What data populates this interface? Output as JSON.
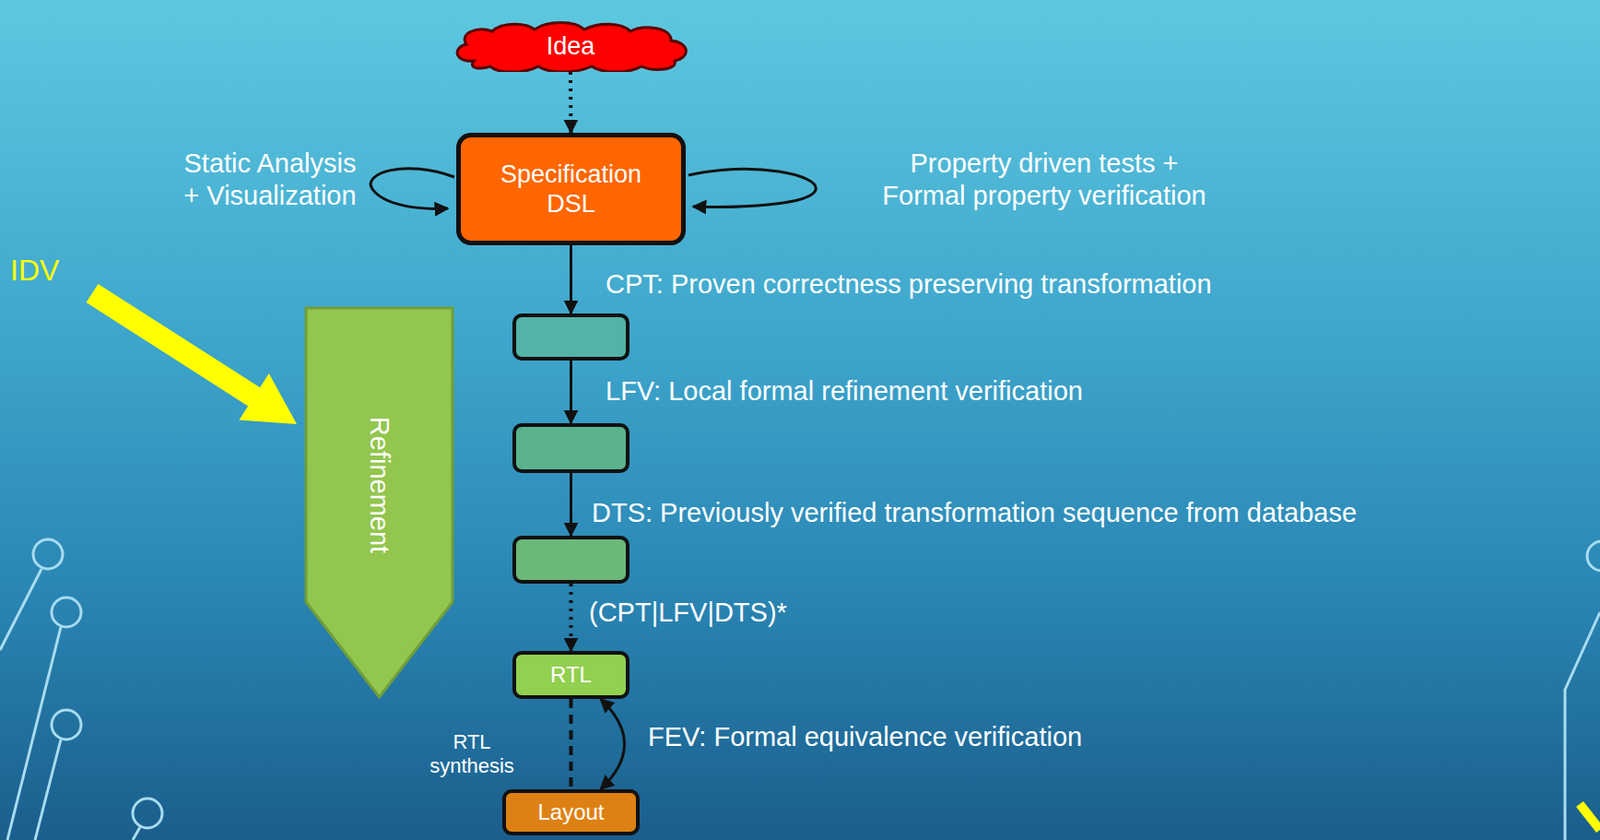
{
  "diagram": {
    "nodes": [
      {
        "text": [
          "Idea"
        ]
      },
      {
        "text": [
          "Specification DSL"
        ]
      },
      {
        "text": []
      },
      {
        "text": []
      },
      {
        "text": []
      },
      {
        "text": [
          "RTL"
        ]
      },
      {
        "text": [
          "Layout"
        ]
      },
      {
        "text": [
          "Refinement"
        ]
      }
    ],
    "edges": [
      {
        "from": 0,
        "to": 1,
        "arrow": "to"
      },
      {
        "from": 1,
        "to": 2,
        "label": "CPT: Proven correctness preserving transformation",
        "arrow": "to"
      },
      {
        "from": 2,
        "to": 3,
        "label": "LFV:  Local formal refinement verification",
        "arrow": "to"
      },
      {
        "from": 3,
        "to": 4,
        "label": "DTS: Previously verified transformation sequence from database",
        "arrow": "to"
      },
      {
        "from": 4,
        "to": 5,
        "label": "(CPT|LFV|DTS)*",
        "arrow": "to"
      },
      {
        "from": 5,
        "to": 6,
        "label": "RTL synthesis",
        "arrow": "none"
      },
      {
        "from": 5,
        "to": 6,
        "label": "FEV: Formal equivalence verification",
        "arrow": "both"
      }
    ],
    "labels": [
      "IDV",
      "Static Analysis + Visualization",
      "Property driven tests + Formal property verification"
    ]
  }
}
